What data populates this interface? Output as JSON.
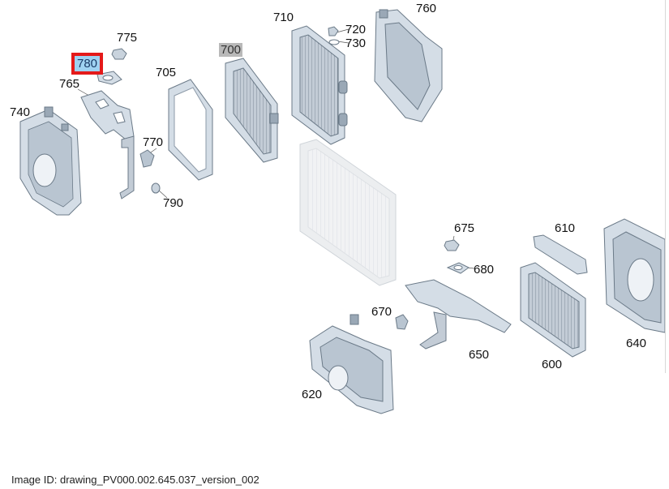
{
  "diagram": {
    "selected_part": "780",
    "labels": [
      {
        "id": "p775",
        "text": "775",
        "style": "plain"
      },
      {
        "id": "p780",
        "text": "780",
        "style": "selected"
      },
      {
        "id": "p765",
        "text": "765",
        "style": "plain"
      },
      {
        "id": "p740",
        "text": "740",
        "style": "plain"
      },
      {
        "id": "p705",
        "text": "705",
        "style": "plain"
      },
      {
        "id": "p700",
        "text": "700",
        "style": "grey"
      },
      {
        "id": "p710",
        "text": "710",
        "style": "plain"
      },
      {
        "id": "p720",
        "text": "720",
        "style": "plain"
      },
      {
        "id": "p730",
        "text": "730",
        "style": "plain"
      },
      {
        "id": "p760",
        "text": "760",
        "style": "plain"
      },
      {
        "id": "p770",
        "text": "770",
        "style": "plain"
      },
      {
        "id": "p790",
        "text": "790",
        "style": "plain"
      },
      {
        "id": "p675",
        "text": "675",
        "style": "plain"
      },
      {
        "id": "p680",
        "text": "680",
        "style": "plain"
      },
      {
        "id": "p610",
        "text": "610",
        "style": "plain"
      },
      {
        "id": "p670",
        "text": "670",
        "style": "plain"
      },
      {
        "id": "p650",
        "text": "650",
        "style": "plain"
      },
      {
        "id": "p600",
        "text": "600",
        "style": "plain"
      },
      {
        "id": "p640",
        "text": "640",
        "style": "plain"
      },
      {
        "id": "p620",
        "text": "620",
        "style": "plain"
      }
    ]
  },
  "footer": {
    "text": "Image ID: drawing_PV000.002.645.037_version_002"
  },
  "colors": {
    "part_fill": "#d4dde6",
    "part_dark": "#9aa8b6",
    "part_stroke": "#6b7a88",
    "ghost_fill": "#eceef0",
    "selected_bg": "#9fd2f2",
    "selected_border": "#e41a1a",
    "grey_label_bg": "#b9b9b9"
  }
}
